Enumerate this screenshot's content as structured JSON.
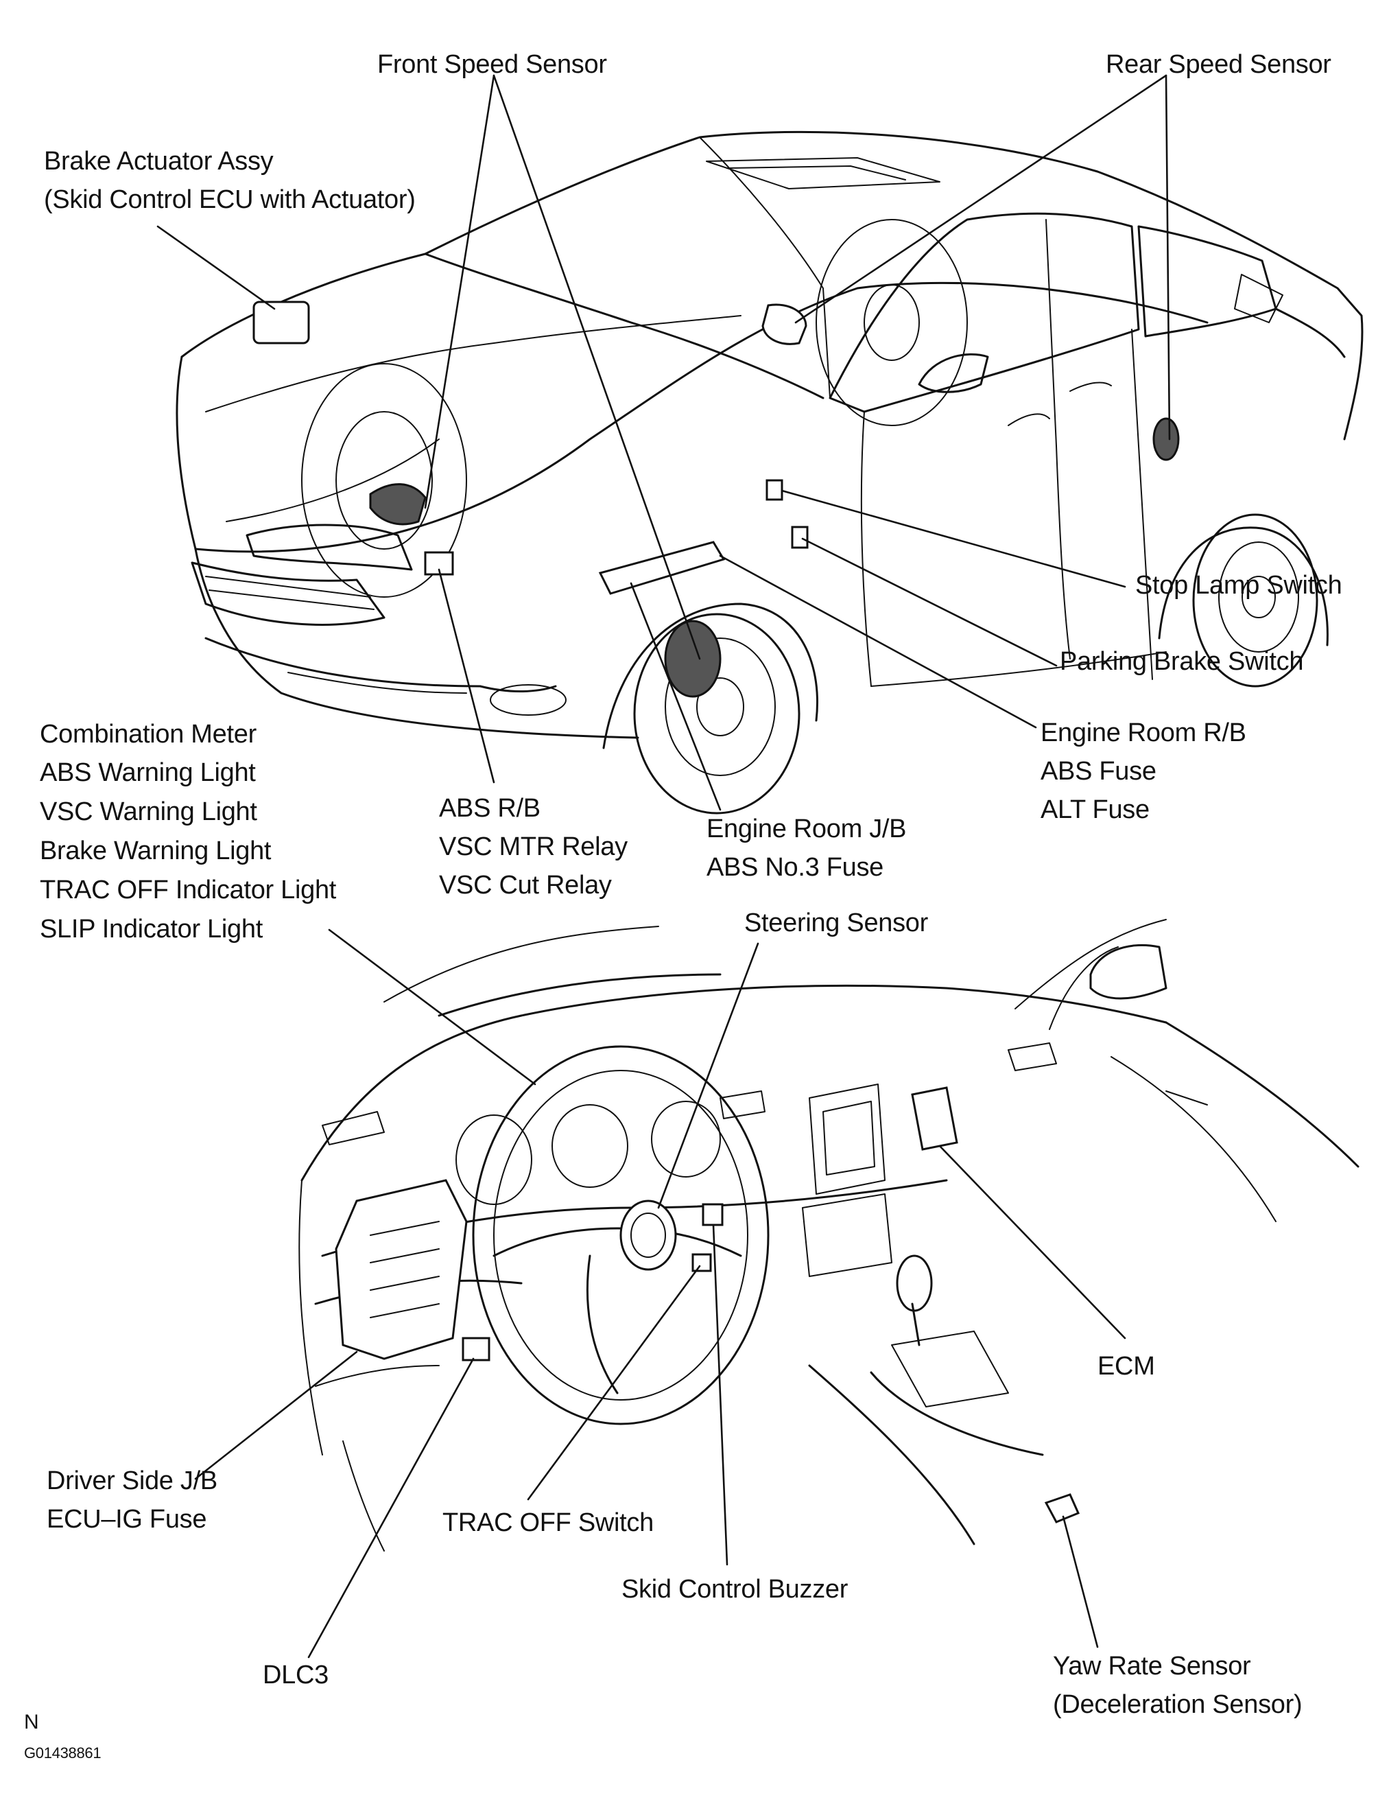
{
  "labels": {
    "front_speed_sensor": "Front Speed Sensor",
    "rear_speed_sensor": "Rear Speed Sensor",
    "brake_actuator": [
      "Brake Actuator Assy",
      "(Skid Control ECU with Actuator)"
    ],
    "stop_lamp_switch": "Stop Lamp Switch",
    "parking_brake_switch": "Parking Brake Switch",
    "combination_meter": {
      "title": "Combination Meter",
      "items": [
        "ABS Warning Light",
        "VSC Warning Light",
        "Brake Warning Light",
        "TRAC OFF Indicator Light",
        "SLIP Indicator Light"
      ]
    },
    "abs_rb": {
      "title": "ABS R/B",
      "items": [
        "VSC MTR Relay",
        "VSC Cut Relay"
      ]
    },
    "engine_room_jb": {
      "title": "Engine Room J/B",
      "items": [
        "ABS No.3 Fuse"
      ]
    },
    "engine_room_rb": {
      "title": "Engine Room R/B",
      "items": [
        "ABS Fuse",
        "ALT Fuse"
      ]
    },
    "steering_sensor": "Steering Sensor",
    "ecm": "ECM",
    "driver_side_jb": {
      "title": "Driver Side J/B",
      "items": [
        "ECU–IG Fuse"
      ]
    },
    "trac_off_switch": "TRAC OFF Switch",
    "skid_control_buzzer": "Skid Control Buzzer",
    "yaw_rate_sensor": [
      "Yaw Rate Sensor",
      "(Deceleration Sensor)"
    ],
    "dlc3": "DLC3",
    "north_mark": "N",
    "figure_id": "G01438861"
  }
}
